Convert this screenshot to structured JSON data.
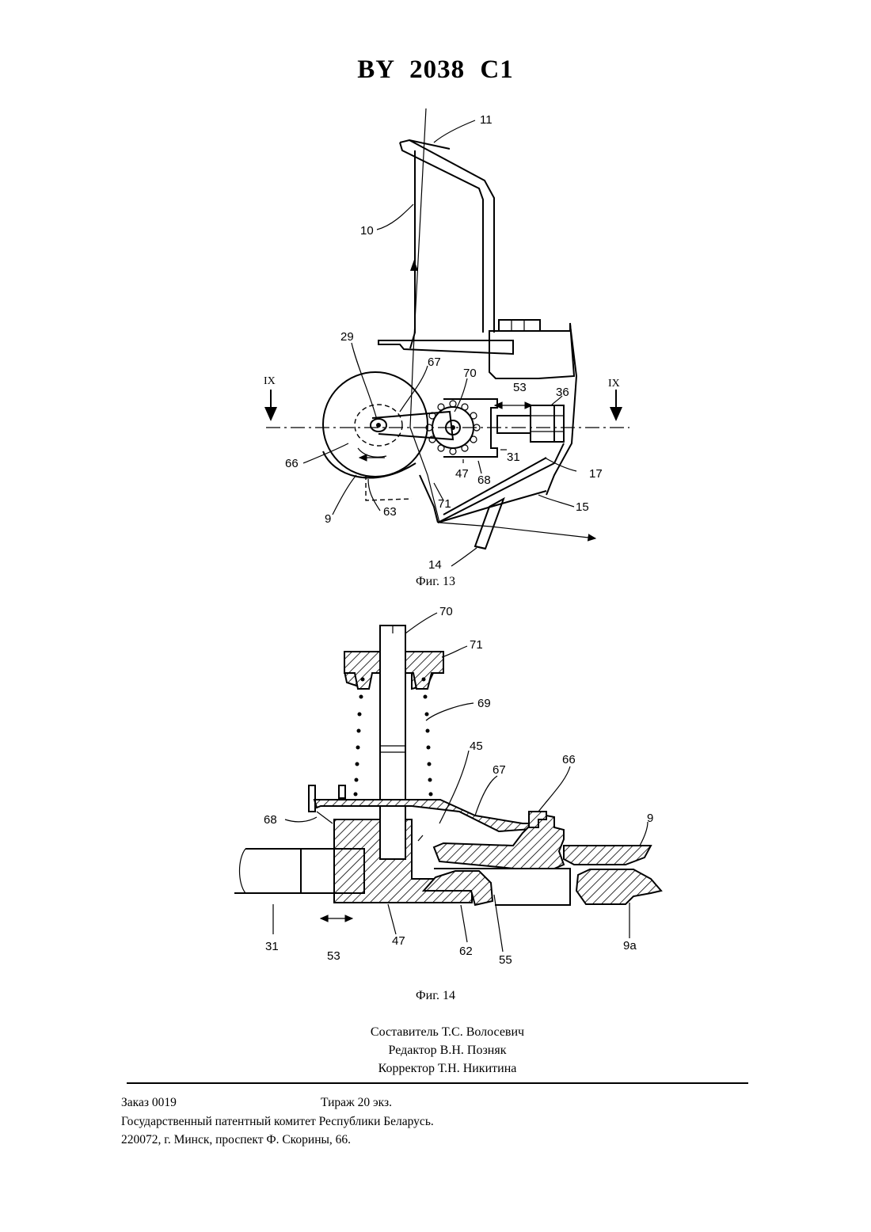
{
  "header": {
    "patent_number": "BY  2038  C1"
  },
  "figure_13": {
    "caption": "Фиг. 13",
    "section_mark_left": "IX",
    "section_mark_right": "IX",
    "labels": [
      "11",
      "10",
      "29",
      "67",
      "70",
      "53",
      "36",
      "IX",
      "66",
      "31",
      "17",
      "47",
      "68",
      "15",
      "71",
      "9",
      "63",
      "14"
    ]
  },
  "figure_14": {
    "caption": "Фиг. 14",
    "labels": [
      "70",
      "71",
      "69",
      "45",
      "67",
      "66",
      "68",
      "9",
      "31",
      "53",
      "47",
      "62",
      "55",
      "9а"
    ]
  },
  "credits": {
    "compiler": "Составитель Т.С. Волосевич",
    "editor": "Редактор В.Н. Позняк",
    "proofreader": "Корректор Т.Н. Никитина"
  },
  "footer": {
    "order": "Заказ  0019",
    "circulation": "Тираж  20 экз.",
    "publisher": "Государственный патентный комитет Республики Беларусь.",
    "address": "220072, г. Минск, проспект Ф. Скорины, 66."
  }
}
